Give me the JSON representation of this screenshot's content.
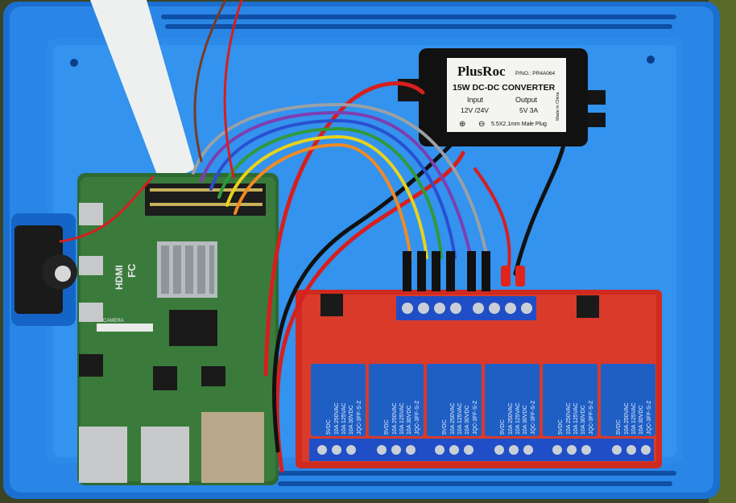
{
  "converter": {
    "brand": "PlusRoc",
    "part_no": "P/NO.: PR4A064",
    "title": "15W DC-DC CONVERTER",
    "input_label": "Input",
    "input_value": "12V /24V",
    "output_label": "Output",
    "output_value": "5V 3A",
    "plus_symbol": "⊕",
    "minus_symbol": "⊖",
    "plug": "5.5X2.1mm Male Plug",
    "origin": "Made in China"
  },
  "relay_module": {
    "relays": [
      {
        "line1": "5VDC",
        "line2": "10A 250VAC",
        "line3": "10A 125VAC",
        "line4": "10A 30VDC",
        "model": "JQC-3FF-S-Z"
      },
      {
        "line1": "5VDC",
        "line2": "10A 250VAC",
        "line3": "10A 125VAC",
        "line4": "10A 30VDC",
        "model": "JQC-3FF-S-Z"
      },
      {
        "line1": "5VDC",
        "line2": "10A 250VAC",
        "line3": "10A 125VAC",
        "line4": "10A 30VDC",
        "model": "JQC-3FF-S-Z"
      },
      {
        "line1": "5VDC",
        "line2": "10A 250VAC",
        "line3": "10A 125VAC",
        "line4": "10A 30VDC",
        "model": "JQC-3FF-S-Z"
      },
      {
        "line1": "5VDC",
        "line2": "10A 250VAC",
        "line3": "10A 125VAC",
        "line4": "10A 30VDC",
        "model": "JQC-3FF-S-Z"
      },
      {
        "line1": "5VDC",
        "line2": "10A 250VAC",
        "line3": "10A 125VAC",
        "line4": "10A 30VDC",
        "model": "JQC-3FF-S-Z"
      }
    ]
  },
  "raspberry_pi": {
    "hdmi_label": "HDMI",
    "fcc_mark": "FC",
    "camera_label": "CAMERA"
  },
  "colors": {
    "enclosure_blue": "#1e7ad8",
    "pcb_red": "#d4281e",
    "pcb_green": "#2f6b34",
    "relay_blue": "#1f5fc4",
    "terminal_blue": "#1f4ec6"
  }
}
